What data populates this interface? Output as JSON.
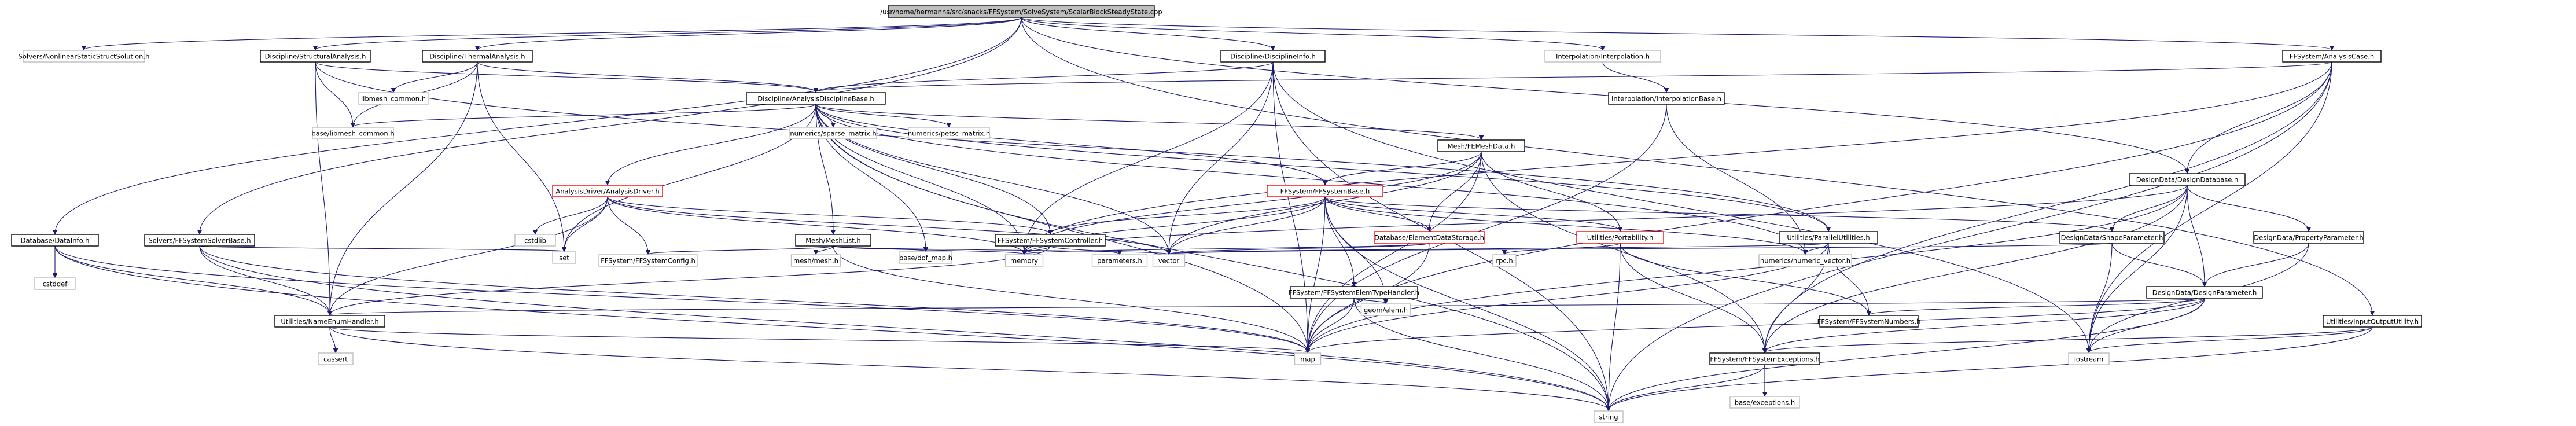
{
  "diagram": {
    "type": "include-dependency-graph",
    "root": "n0",
    "colors": {
      "edge": "#191970",
      "root_fill": "#bfbfbf",
      "node_border": "#bfbfbf",
      "highlight_border": "#ff0000",
      "background": "#ffffff"
    },
    "nodes": [
      {
        "id": "n0",
        "label": "/usr/home/hermanns/src/snacks/FFSystem/SolveSystem/ScalarBlockSteadyState.cpp",
        "style": "root"
      },
      {
        "id": "n1",
        "label": "Solvers/NonlinearStaticStructSolution.h",
        "style": "plain"
      },
      {
        "id": "n2",
        "label": "Discipline/StructuralAnalysis.h",
        "style": "dark"
      },
      {
        "id": "n3",
        "label": "Discipline/ThermalAnalysis.h",
        "style": "dark"
      },
      {
        "id": "n4",
        "label": "Discipline/DisciplineInfo.h",
        "style": "dark"
      },
      {
        "id": "n5",
        "label": "Interpolation/Interpolation.h",
        "style": "plain"
      },
      {
        "id": "n6",
        "label": "FFSystem/AnalysisCase.h",
        "style": "dark"
      },
      {
        "id": "n7",
        "label": "libmesh_common.h",
        "style": "plain"
      },
      {
        "id": "n8",
        "label": "Discipline/AnalysisDisciplineBase.h",
        "style": "dark"
      },
      {
        "id": "n9",
        "label": "Interpolation/InterpolationBase.h",
        "style": "dark"
      },
      {
        "id": "n10",
        "label": "base/libmesh_common.h",
        "style": "plain"
      },
      {
        "id": "n11",
        "label": "numerics/petsc_matrix.h",
        "style": "plain"
      },
      {
        "id": "n12",
        "label": "numerics/sparse_matrix.h",
        "style": "plain"
      },
      {
        "id": "n13",
        "label": "Mesh/FEMeshData.h",
        "style": "dark"
      },
      {
        "id": "n14",
        "label": "AnalysisDriver/AnalysisDriver.h",
        "style": "red"
      },
      {
        "id": "n15",
        "label": "FFSystem/FFSystemBase.h",
        "style": "red"
      },
      {
        "id": "n16",
        "label": "DesignData/DesignDatabase.h",
        "style": "dark"
      },
      {
        "id": "n17",
        "label": "Database/DataInfo.h",
        "style": "dark"
      },
      {
        "id": "n18",
        "label": "Solvers/FFSystemSolverBase.h",
        "style": "dark"
      },
      {
        "id": "n19",
        "label": "base/dof_map.h",
        "style": "plain"
      },
      {
        "id": "n20",
        "label": "Mesh/MeshList.h",
        "style": "dark"
      },
      {
        "id": "n21",
        "label": "FFSystem/FFSystemController.h",
        "style": "dark"
      },
      {
        "id": "n22",
        "label": "Database/ElementDataStorage.h",
        "style": "red"
      },
      {
        "id": "n23",
        "label": "Utilities/Portability.h",
        "style": "red"
      },
      {
        "id": "n24",
        "label": "Utilities/ParallelUtilities.h",
        "style": "dark"
      },
      {
        "id": "n25",
        "label": "DesignData/ShapeParameter.h",
        "style": "dark"
      },
      {
        "id": "n26",
        "label": "DesignData/PropertyParameter.h",
        "style": "dark"
      },
      {
        "id": "n27",
        "label": "cstdlib",
        "style": "plain"
      },
      {
        "id": "n28",
        "label": "FFSystem/FFSystemConfig.h",
        "style": "plain"
      },
      {
        "id": "n29",
        "label": "set",
        "style": "plain"
      },
      {
        "id": "n30",
        "label": "memory",
        "style": "plain"
      },
      {
        "id": "n31",
        "label": "vector",
        "style": "plain"
      },
      {
        "id": "n32",
        "label": "parameters.h",
        "style": "plain"
      },
      {
        "id": "n33",
        "label": "numerics/numeric_vector.h",
        "style": "plain"
      },
      {
        "id": "n34",
        "label": "mesh/mesh.h",
        "style": "plain"
      },
      {
        "id": "n35",
        "label": "FFSystem/FFSystemElemTypeHandler.h",
        "style": "dark"
      },
      {
        "id": "n36",
        "label": "geom/elem.h",
        "style": "plain"
      },
      {
        "id": "n37",
        "label": "rpc.h",
        "style": "plain"
      },
      {
        "id": "n38",
        "label": "DesignData/DesignParameter.h",
        "style": "dark"
      },
      {
        "id": "n39",
        "label": "Utilities/NameEnumHandler.h",
        "style": "dark"
      },
      {
        "id": "n40",
        "label": "FFSystem/FFSystemNumbers.h",
        "style": "dark"
      },
      {
        "id": "n41",
        "label": "Utilities/InputOutputUtility.h",
        "style": "dark"
      },
      {
        "id": "n42",
        "label": "cassert",
        "style": "plain"
      },
      {
        "id": "n43",
        "label": "map",
        "style": "plain"
      },
      {
        "id": "n44",
        "label": "FFSystem/FFSystemExceptions.h",
        "style": "dark"
      },
      {
        "id": "n45",
        "label": "iostream",
        "style": "plain"
      },
      {
        "id": "n46",
        "label": "base/exceptions.h",
        "style": "plain"
      },
      {
        "id": "n47",
        "label": "string",
        "style": "plain"
      },
      {
        "id": "n48",
        "label": "cstddef",
        "style": "plain"
      }
    ],
    "edges": [
      [
        "n0",
        "n1"
      ],
      [
        "n0",
        "n2"
      ],
      [
        "n0",
        "n3"
      ],
      [
        "n0",
        "n4"
      ],
      [
        "n0",
        "n5"
      ],
      [
        "n0",
        "n6"
      ],
      [
        "n0",
        "n17"
      ],
      [
        "n0",
        "n18"
      ],
      [
        "n0",
        "n16"
      ],
      [
        "n0",
        "n41"
      ],
      [
        "n2",
        "n8"
      ],
      [
        "n2",
        "n10"
      ],
      [
        "n2",
        "n39"
      ],
      [
        "n2",
        "n24"
      ],
      [
        "n3",
        "n7"
      ],
      [
        "n3",
        "n8"
      ],
      [
        "n3",
        "n10"
      ],
      [
        "n3",
        "n39"
      ],
      [
        "n3",
        "n29"
      ],
      [
        "n4",
        "n8"
      ],
      [
        "n4",
        "n30"
      ],
      [
        "n4",
        "n43"
      ],
      [
        "n4",
        "n45"
      ],
      [
        "n4",
        "n47"
      ],
      [
        "n4",
        "n31"
      ],
      [
        "n5",
        "n9"
      ],
      [
        "n6",
        "n8"
      ],
      [
        "n6",
        "n16"
      ],
      [
        "n6",
        "n30"
      ],
      [
        "n6",
        "n43"
      ],
      [
        "n6",
        "n45"
      ],
      [
        "n6",
        "n47"
      ],
      [
        "n6",
        "n44"
      ],
      [
        "n8",
        "n10"
      ],
      [
        "n8",
        "n11"
      ],
      [
        "n8",
        "n12"
      ],
      [
        "n8",
        "n13"
      ],
      [
        "n8",
        "n14"
      ],
      [
        "n8",
        "n15"
      ],
      [
        "n8",
        "n20"
      ],
      [
        "n8",
        "n21"
      ],
      [
        "n8",
        "n24"
      ],
      [
        "n8",
        "n33"
      ],
      [
        "n8",
        "n19"
      ],
      [
        "n8",
        "n29"
      ],
      [
        "n8",
        "n30"
      ],
      [
        "n8",
        "n31"
      ],
      [
        "n8",
        "n43"
      ],
      [
        "n8",
        "n47"
      ],
      [
        "n9",
        "n33"
      ],
      [
        "n9",
        "n43"
      ],
      [
        "n13",
        "n15"
      ],
      [
        "n13",
        "n31"
      ],
      [
        "n13",
        "n30"
      ],
      [
        "n13",
        "n43"
      ],
      [
        "n13",
        "n23"
      ],
      [
        "n13",
        "n22"
      ],
      [
        "n13",
        "n44"
      ],
      [
        "n14",
        "n27"
      ],
      [
        "n14",
        "n29"
      ],
      [
        "n14",
        "n30"
      ],
      [
        "n14",
        "n28"
      ],
      [
        "n14",
        "n21"
      ],
      [
        "n14",
        "n39"
      ],
      [
        "n14",
        "n31"
      ],
      [
        "n15",
        "n21"
      ],
      [
        "n15",
        "n22"
      ],
      [
        "n15",
        "n23"
      ],
      [
        "n15",
        "n35"
      ],
      [
        "n15",
        "n30"
      ],
      [
        "n15",
        "n31"
      ],
      [
        "n15",
        "n36"
      ],
      [
        "n15",
        "n43"
      ],
      [
        "n15",
        "n25"
      ],
      [
        "n15",
        "n33"
      ],
      [
        "n15",
        "n47"
      ],
      [
        "n16",
        "n25"
      ],
      [
        "n16",
        "n26"
      ],
      [
        "n16",
        "n38"
      ],
      [
        "n16",
        "n43"
      ],
      [
        "n16",
        "n30"
      ],
      [
        "n16",
        "n44"
      ],
      [
        "n16",
        "n45"
      ],
      [
        "n17",
        "n48"
      ],
      [
        "n17",
        "n39"
      ],
      [
        "n17",
        "n43"
      ],
      [
        "n17",
        "n47"
      ],
      [
        "n18",
        "n39"
      ],
      [
        "n18",
        "n29"
      ],
      [
        "n18",
        "n43"
      ],
      [
        "n18",
        "n47"
      ],
      [
        "n20",
        "n34"
      ],
      [
        "n20",
        "n19"
      ],
      [
        "n20",
        "n30"
      ],
      [
        "n20",
        "n31"
      ],
      [
        "n20",
        "n43"
      ],
      [
        "n20",
        "n28"
      ],
      [
        "n21",
        "n32"
      ],
      [
        "n21",
        "n30"
      ],
      [
        "n21",
        "n39"
      ],
      [
        "n22",
        "n31"
      ],
      [
        "n22",
        "n43"
      ],
      [
        "n22",
        "n30"
      ],
      [
        "n23",
        "n37"
      ],
      [
        "n23",
        "n40"
      ],
      [
        "n23",
        "n44"
      ],
      [
        "n23",
        "n47"
      ],
      [
        "n24",
        "n33"
      ],
      [
        "n24",
        "n31"
      ],
      [
        "n24",
        "n43"
      ],
      [
        "n24",
        "n40"
      ],
      [
        "n24",
        "n44"
      ],
      [
        "n25",
        "n38"
      ],
      [
        "n25",
        "n31"
      ],
      [
        "n25",
        "n45"
      ],
      [
        "n26",
        "n38"
      ],
      [
        "n26",
        "n45"
      ],
      [
        "n38",
        "n39"
      ],
      [
        "n38",
        "n40"
      ],
      [
        "n38",
        "n43"
      ],
      [
        "n38",
        "n44"
      ],
      [
        "n38",
        "n45"
      ],
      [
        "n38",
        "n47"
      ],
      [
        "n35",
        "n36"
      ],
      [
        "n35",
        "n43"
      ],
      [
        "n35",
        "n47"
      ],
      [
        "n39",
        "n42"
      ],
      [
        "n39",
        "n43"
      ],
      [
        "n39",
        "n47"
      ],
      [
        "n41",
        "n44"
      ],
      [
        "n41",
        "n45"
      ],
      [
        "n41",
        "n47"
      ],
      [
        "n44",
        "n46"
      ],
      [
        "n44",
        "n47"
      ]
    ]
  }
}
